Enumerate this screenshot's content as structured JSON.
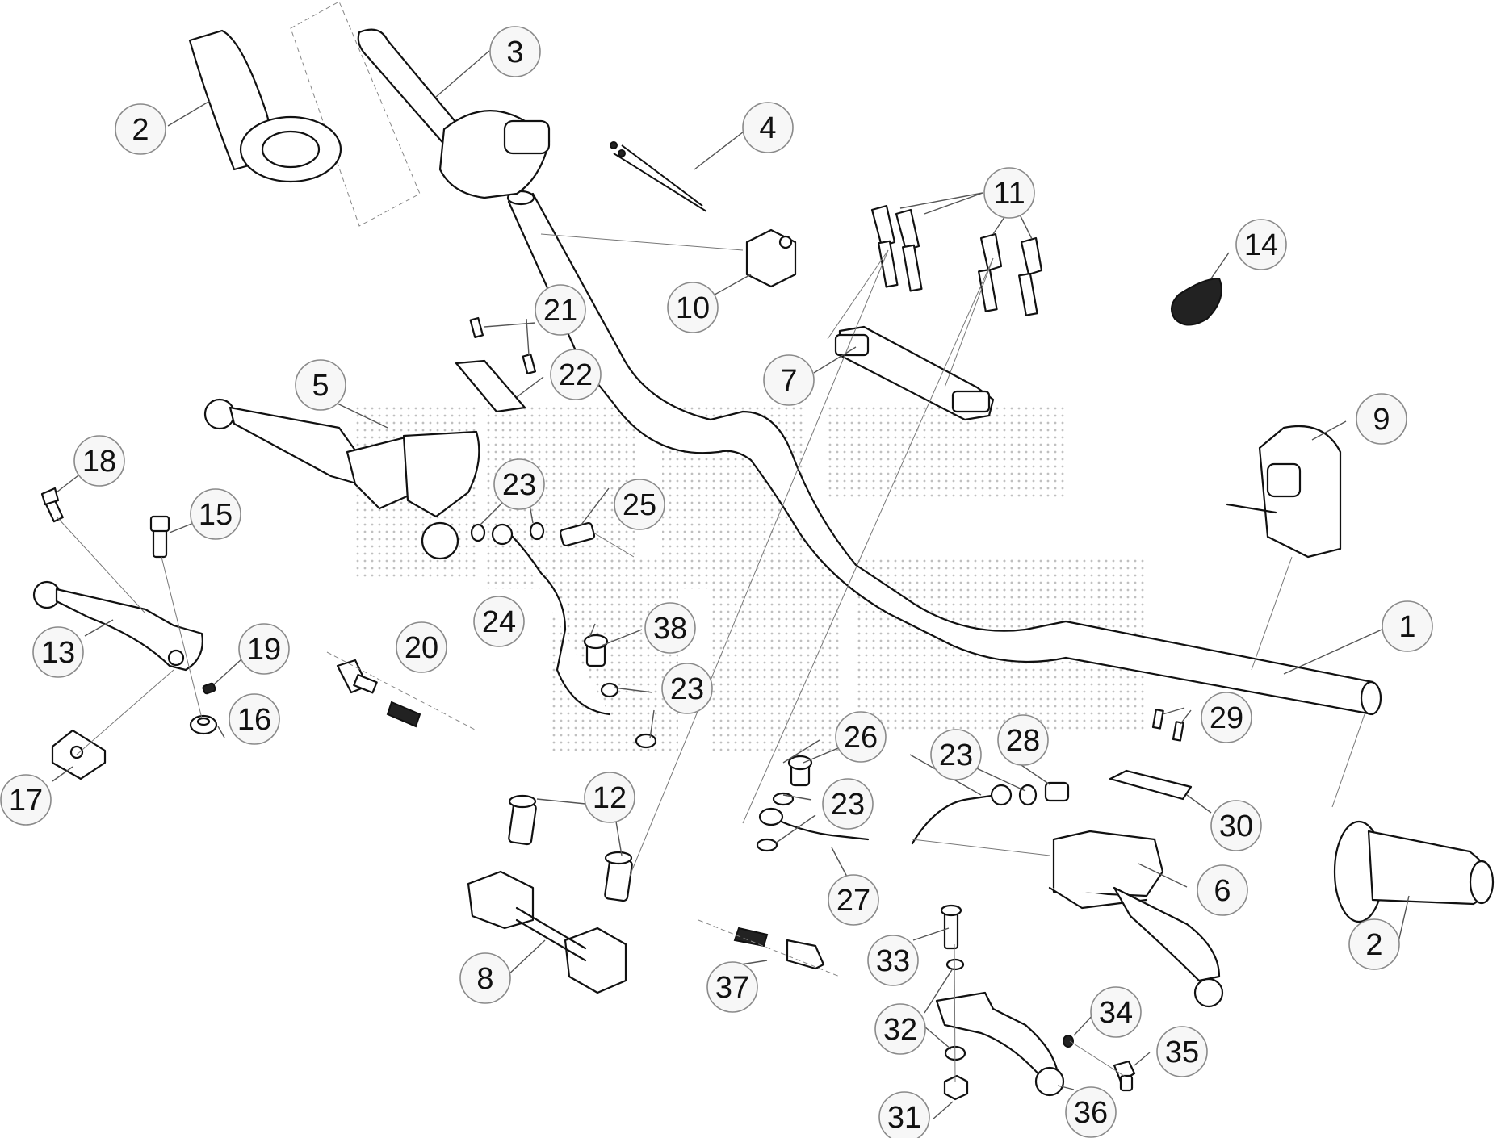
{
  "diagram": {
    "callouts": [
      {
        "id": "1",
        "label": "1"
      },
      {
        "id": "2a",
        "label": "2"
      },
      {
        "id": "2b",
        "label": "2"
      },
      {
        "id": "3",
        "label": "3"
      },
      {
        "id": "4",
        "label": "4"
      },
      {
        "id": "5",
        "label": "5"
      },
      {
        "id": "6",
        "label": "6"
      },
      {
        "id": "7",
        "label": "7"
      },
      {
        "id": "8",
        "label": "8"
      },
      {
        "id": "9",
        "label": "9"
      },
      {
        "id": "10",
        "label": "10"
      },
      {
        "id": "11",
        "label": "11"
      },
      {
        "id": "12",
        "label": "12"
      },
      {
        "id": "13",
        "label": "13"
      },
      {
        "id": "14",
        "label": "14"
      },
      {
        "id": "15",
        "label": "15"
      },
      {
        "id": "16",
        "label": "16"
      },
      {
        "id": "17",
        "label": "17"
      },
      {
        "id": "18",
        "label": "18"
      },
      {
        "id": "19",
        "label": "19"
      },
      {
        "id": "20",
        "label": "20"
      },
      {
        "id": "21",
        "label": "21"
      },
      {
        "id": "22",
        "label": "22"
      },
      {
        "id": "23a",
        "label": "23"
      },
      {
        "id": "23b",
        "label": "23"
      },
      {
        "id": "23c",
        "label": "23"
      },
      {
        "id": "23d",
        "label": "23"
      },
      {
        "id": "24",
        "label": "24"
      },
      {
        "id": "25",
        "label": "25"
      },
      {
        "id": "26",
        "label": "26"
      },
      {
        "id": "27",
        "label": "27"
      },
      {
        "id": "28",
        "label": "28"
      },
      {
        "id": "29",
        "label": "29"
      },
      {
        "id": "30",
        "label": "30"
      },
      {
        "id": "31",
        "label": "31"
      },
      {
        "id": "32",
        "label": "32"
      },
      {
        "id": "33",
        "label": "33"
      },
      {
        "id": "34",
        "label": "34"
      },
      {
        "id": "35",
        "label": "35"
      },
      {
        "id": "36",
        "label": "36"
      },
      {
        "id": "37",
        "label": "37"
      },
      {
        "id": "38",
        "label": "38"
      }
    ]
  }
}
